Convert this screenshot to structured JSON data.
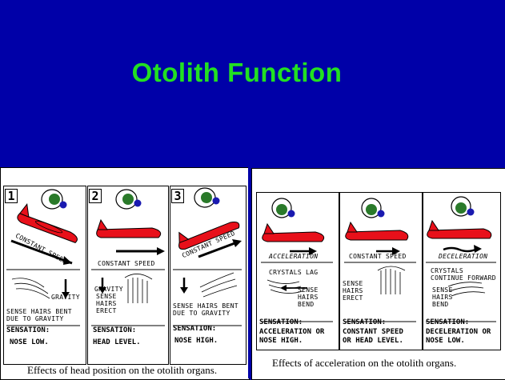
{
  "slide": {
    "title": "Otolith Function"
  },
  "head_position": {
    "caption": "Effects of head position on the otolith organs.",
    "panels": [
      {
        "number": "1",
        "motion": "CONSTANT SPEED",
        "sense": "SENSE HAIRS BENT DUE TO GRAVITY",
        "force": "GRAVITY",
        "sensation_label": "SENSATION:",
        "sensation": "NOSE LOW."
      },
      {
        "number": "2",
        "motion": "CONSTANT SPEED",
        "sense": "SENSE HAIRS ERECT",
        "force": "GRAVITY",
        "sensation_label": "SENSATION:",
        "sensation": "HEAD LEVEL."
      },
      {
        "number": "3",
        "motion": "CONSTANT SPEED",
        "sense": "SENSE HAIRS BENT DUE TO GRAVITY",
        "force": "",
        "sensation_label": "SENSATION:",
        "sensation": "NOSE HIGH."
      }
    ]
  },
  "acceleration": {
    "caption": "Effects of acceleration on the otolith organs.",
    "panels": [
      {
        "motion": "ACCELERATION",
        "note": "CRYSTALS LAG",
        "sense": "SENSE HAIRS BEND",
        "sensation_label": "SENSATION:",
        "sensation_line1": "ACCELERATION OR",
        "sensation_line2": "NOSE HIGH."
      },
      {
        "motion": "CONSTANT SPEED",
        "note": "",
        "sense": "SENSE HAIRS ERECT",
        "sensation_label": "SENSATION:",
        "sensation_line1": "CONSTANT SPEED",
        "sensation_line2": "OR HEAD LEVEL."
      },
      {
        "motion": "DECELERATION",
        "note": "CRYSTALS CONTINUE FORWARD",
        "sense": "SENSE HAIRS BEND",
        "sensation_label": "SENSATION:",
        "sensation_line1": "DECELERATION OR",
        "sensation_line2": "NOSE LOW."
      }
    ]
  },
  "colors": {
    "background": "#0000a8",
    "title": "#22e022",
    "plane": "#e8101a",
    "helmet": "#2a7a2a",
    "visor": "#1a1ab0"
  }
}
